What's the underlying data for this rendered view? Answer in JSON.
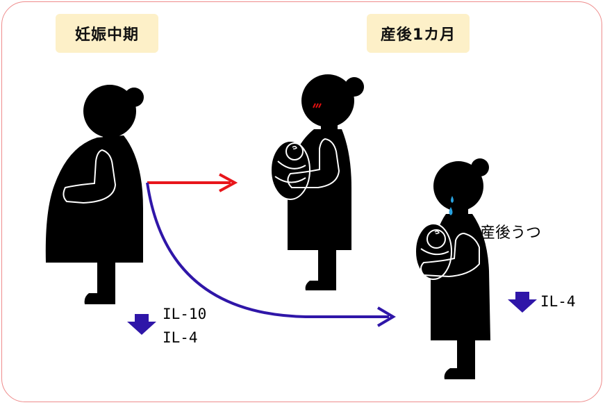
{
  "labels": {
    "mid_pregnancy": "妊娠中期",
    "postpartum_month": "産後1カ月",
    "postpartum_depression": "産後うつ"
  },
  "markers": {
    "mid_pregnancy_decrease": [
      "IL-10",
      "IL-4"
    ],
    "postpartum_decrease": [
      "IL-4"
    ]
  },
  "colors": {
    "border": "#ee8b8b",
    "label_bg": "#fdf0c8",
    "red_arrow": "#e8161b",
    "blue_arrow": "#2f16a8",
    "tear": "#29a3e0",
    "blush": "#e01010",
    "silhouette": "#000000"
  }
}
